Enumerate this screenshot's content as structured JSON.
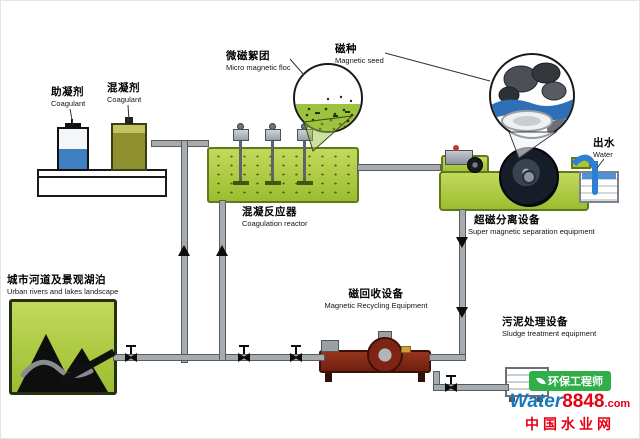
{
  "diagram": {
    "labels": {
      "coagulant_aid": {
        "zh": "助凝剂",
        "en": "Coagulant"
      },
      "coagulant": {
        "zh": "混凝剂",
        "en": "Coagulant"
      },
      "micro_magnetic_floc": {
        "zh": "微磁絮团",
        "en": "Micro magnetic floc"
      },
      "magnetic_seed": {
        "zh": "磁种",
        "en": "Magnetic seed"
      },
      "coagulation_reactor": {
        "zh": "混凝反应器",
        "en": "Coagulation reactor"
      },
      "super_magnetic_separation": {
        "zh": "超磁分离设备",
        "en": "Super magnetic separation equipment"
      },
      "outlet_water": {
        "zh": "出水",
        "en": "Water"
      },
      "urban_rivers": {
        "zh": "城市河道及景观湖泊",
        "en": "Urban rivers and lakes landscape"
      },
      "magnetic_recycling": {
        "zh": "磁回收设备",
        "en": "Magnetic Recycling Equipment"
      },
      "sludge_treatment": {
        "zh": "污泥处理设备",
        "en": "Sludge treatment equipment"
      }
    },
    "watermark": {
      "badge": "环保工程师",
      "brand_water": "Water",
      "brand_number": "8848",
      "brand_domain": ".com",
      "site_name": "中国水业网"
    },
    "colors": {
      "tank_green": "#9cbd30",
      "tank_border": "#5d7a1e",
      "pipe_gray": "#a6abb0",
      "water_blue": "#2e7fd4",
      "equipment_maroon": "#7d2414",
      "badge_green": "#2fae4a",
      "brand_blue": "#1878be",
      "brand_red": "#e60013"
    }
  }
}
